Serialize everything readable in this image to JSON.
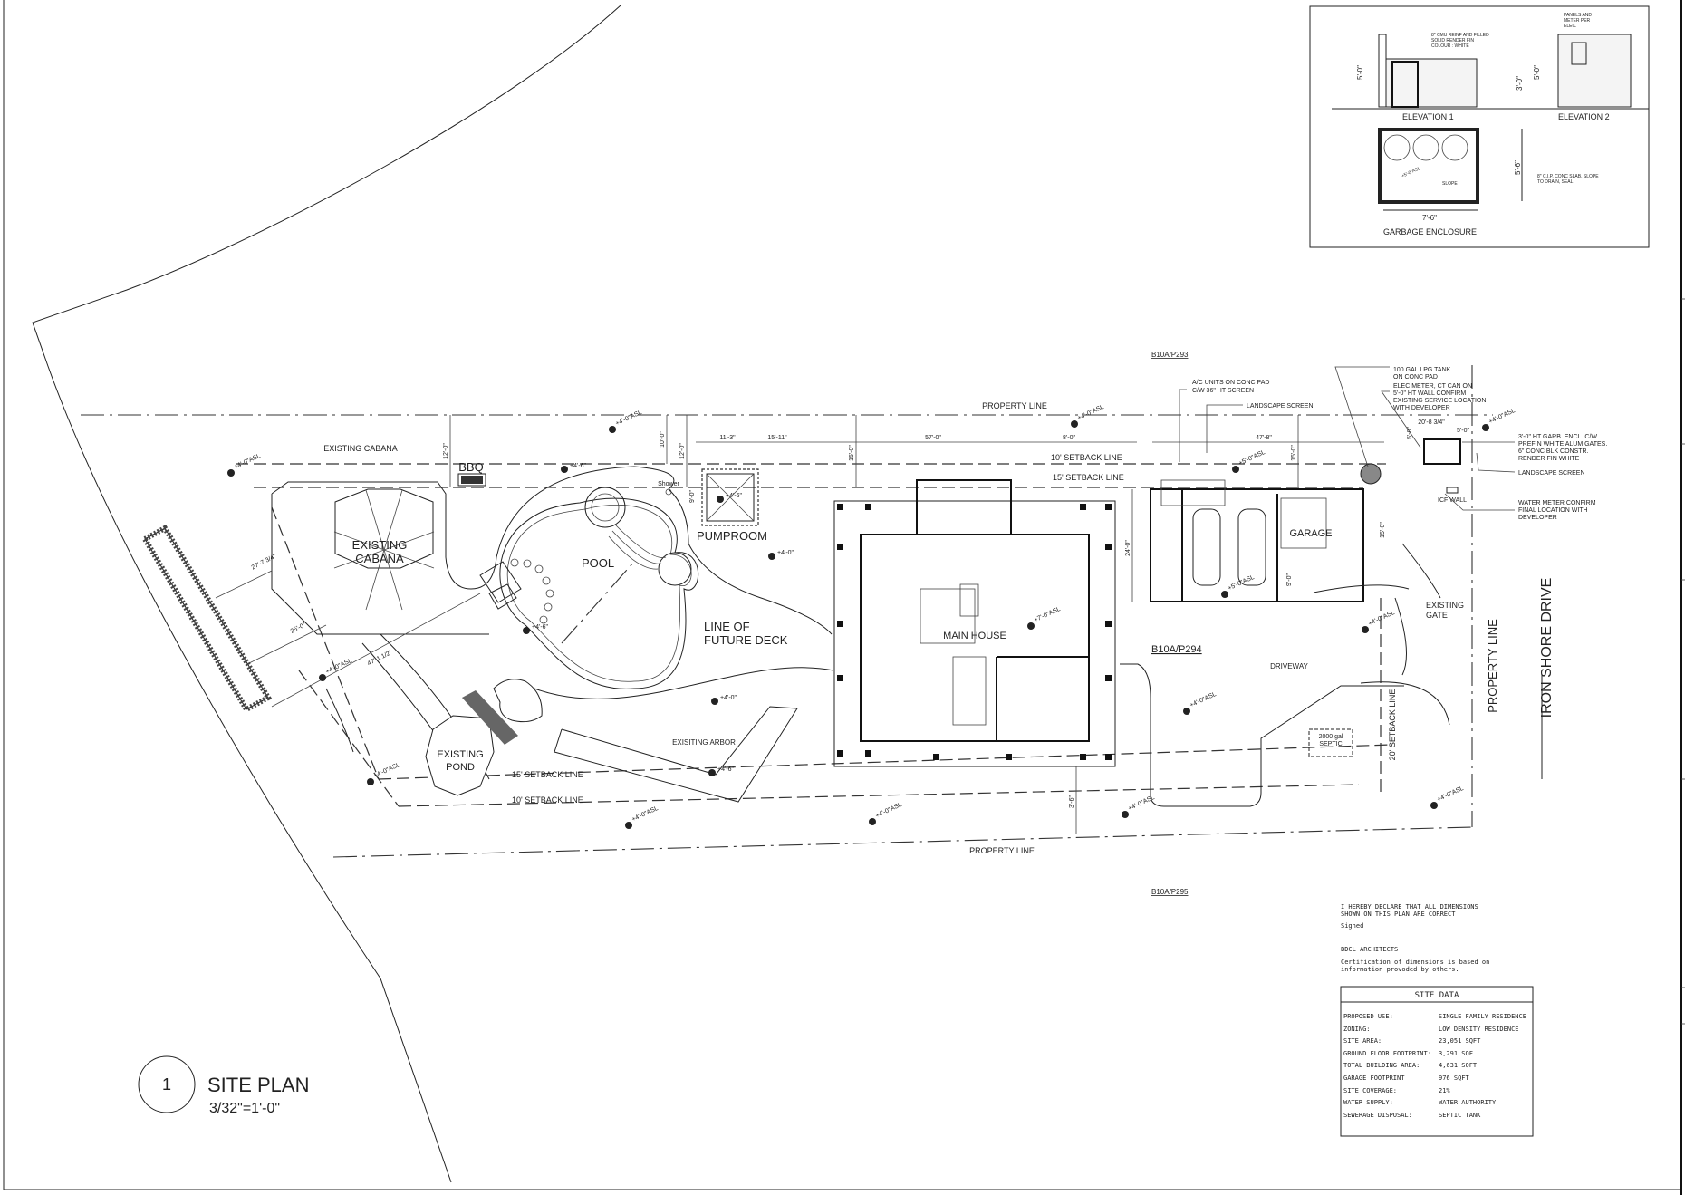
{
  "title": {
    "number": "1",
    "name": "SITE PLAN",
    "scale": "3/32\"=1'-0\""
  },
  "labels": {
    "property_line_top": "PROPERTY LINE",
    "property_line_bottom": "PROPERTY LINE",
    "property_line_right": "PROPERTY LINE",
    "setback_10_top": "10' SETBACK LINE",
    "setback_15_top": "15' SETBACK LINE",
    "setback_15_bottom": "15' SETBACK LINE",
    "setback_10_bottom": "10' SETBACK LINE",
    "setback_20": "20' SETBACK LINE",
    "existing_cabana_top": "EXISTING CABANA",
    "existing_cabana_1": "EXISTING",
    "existing_cabana_2": "CABANA",
    "bbq": "BBQ",
    "shower": "Shower",
    "pool": "POOL",
    "pumproom": "PUMPROOM",
    "future_deck_1": "LINE OF",
    "future_deck_2": "FUTURE DECK",
    "main_house": "MAIN HOUSE",
    "garage": "GARAGE",
    "driveway": "DRIVEWAY",
    "existing_gate_1": "EXISTING",
    "existing_gate_2": "GATE",
    "arbor": "EXISITING ARBOR",
    "pond_1": "EXISTING",
    "pond_2": "POND",
    "septic_1": "2000 gal",
    "septic_2": "SEPTIC",
    "road": "IRON SHORE DRIVE",
    "parcel_north": "B10A/P293",
    "parcel_east": "B10A/P294",
    "parcel_south": "B10A/P295",
    "icf_wall": "ICF WALL"
  },
  "annotations": {
    "ac_units": [
      "A/C UNITS ON CONC PAD",
      "C/W 36\" HT SCREEN"
    ],
    "landscape_screen_1": "LANDSCAPE SCREEN",
    "lpg_tank": [
      "100 GAL LPG TANK",
      "ON CONC PAD"
    ],
    "elec_meter": [
      "ELEC METER, CT CAN ON",
      "5'-0\" HT WALL CONFIRM",
      "EXISTING SERVICE LOCATION",
      "WITH DEVELOPER"
    ],
    "garbage_enclosure": [
      "3'-0\" HT GARB. ENCL. C/W",
      "PREFIN WHITE ALUM GATES.",
      "6\" CONC BLK CONSTR.",
      "RENDER FIN WHITE"
    ],
    "landscape_screen_2": "LANDSCAPE SCREEN",
    "water_meter": [
      "WATER METER CONFIRM",
      "FINAL LOCATION WITH",
      "DEVELOPER"
    ]
  },
  "dimensions": {
    "cabana_offset": "12'-0\"",
    "pump_offset_a": "10'-0\"",
    "pump_offset_b": "12'-0\"",
    "d_11_3": "11'-3\"",
    "d_15_11": "15'-11\"",
    "d_57_0": "57'-0\"",
    "d_8_0": "8'-0\"",
    "d_47_8": "47'-8\"",
    "d_15_0_house": "15'-0\"",
    "d_15_0_garage": "15'-0\"",
    "d_15_0_side": "15'-0\"",
    "d_24_0": "24'-0\"",
    "d_9_0": "9'-0\"",
    "d_9_0_pump": "9'-0\"",
    "d_27_7": "27'-7 3/4\"",
    "d_25_0": "25'-0\"",
    "d_47_1": "47'-1 1/2\"",
    "d_20_8": "20'-8 3/4\"",
    "d_5_0": "5'-0\"",
    "d_5_0_v": "5'-0\"",
    "d_3_6": "3'-6\""
  },
  "elevations": [
    "+4'-0\"ASL",
    "+4'-0\"ASL",
    "+4'-6\"",
    "+4'-0\"ASL",
    "+5'-0\"ASL",
    "+4'-0\"ASL",
    "+4'-6\"",
    "+4'-0\"ASL",
    "+4'-0\"",
    "+4'-0\"ASL",
    "+4'-0\"ASL",
    "+4'-0\"ASL",
    "+4'-0\"ASL",
    "+4'-0\"ASL",
    "+4'-0\"ASL",
    "+4'-0\"ASL",
    "+7'-0\"ASL",
    "+5'-6\"ASL",
    "+4'-6\"",
    "+4'-0\"",
    "+4'-6\""
  ],
  "inset": {
    "elevation_1": "ELEVATION 1",
    "elevation_2": "ELEVATION 2",
    "plan_title": "GARBAGE ENCLOSURE",
    "dim_5_0_a": "5'-0\"",
    "dim_3_0": "3'-0\"",
    "dim_5_0_b": "5'-0\"",
    "dim_5_6": "5'-6\"",
    "dim_7_6": "7'-6\"",
    "note_cmu": [
      "8\" CMU REINF AND FILLED",
      "SOLID RENDER FIN",
      "COLOUR : WHITE"
    ],
    "note_panels": [
      "PANELS AND",
      "METER PER",
      "ELEC."
    ],
    "note_slab": [
      "8\" C.I.P. CONC SLAB, SLOPE",
      "TO DRAIN, SEAL"
    ],
    "slope": "SLOPE",
    "elev": "+5'-0\"ASL"
  },
  "certification": {
    "declaration": [
      "I HEREBY DECLARE THAT ALL DIMENSIONS",
      "SHOWN ON THIS PLAN ARE CORRECT"
    ],
    "signed": "Signed",
    "firm": "BDCL ARCHITECTS",
    "disclaimer": [
      "Certification of dimensions is based on",
      "information provoded by others."
    ]
  },
  "site_data": {
    "title": "SITE DATA",
    "rows": [
      {
        "label": "PROPOSED USE:",
        "value": "SINGLE FAMILY RESIDENCE"
      },
      {
        "label": "ZONING:",
        "value": "LOW DENSITY RESIDENCE"
      },
      {
        "label": "SITE AREA:",
        "value": "23,051 SQFT"
      },
      {
        "label": "GROUND FLOOR FOOTPRINT:",
        "value": "3,291 SQF"
      },
      {
        "label": "TOTAL BUILDING AREA:",
        "value": "4,631 SQFT"
      },
      {
        "label": "GARAGE FOOTPRINT",
        "value": "976  SQFT"
      },
      {
        "label": "SITE COVERAGE:",
        "value": "21%"
      },
      {
        "label": "WATER SUPPLY:",
        "value": "WATER AUTHORITY"
      },
      {
        "label": "SEWERAGE DISPOSAL:",
        "value": "SEPTIC TANK"
      }
    ]
  },
  "colors": {
    "line": "#222222",
    "background": "#ffffff"
  }
}
